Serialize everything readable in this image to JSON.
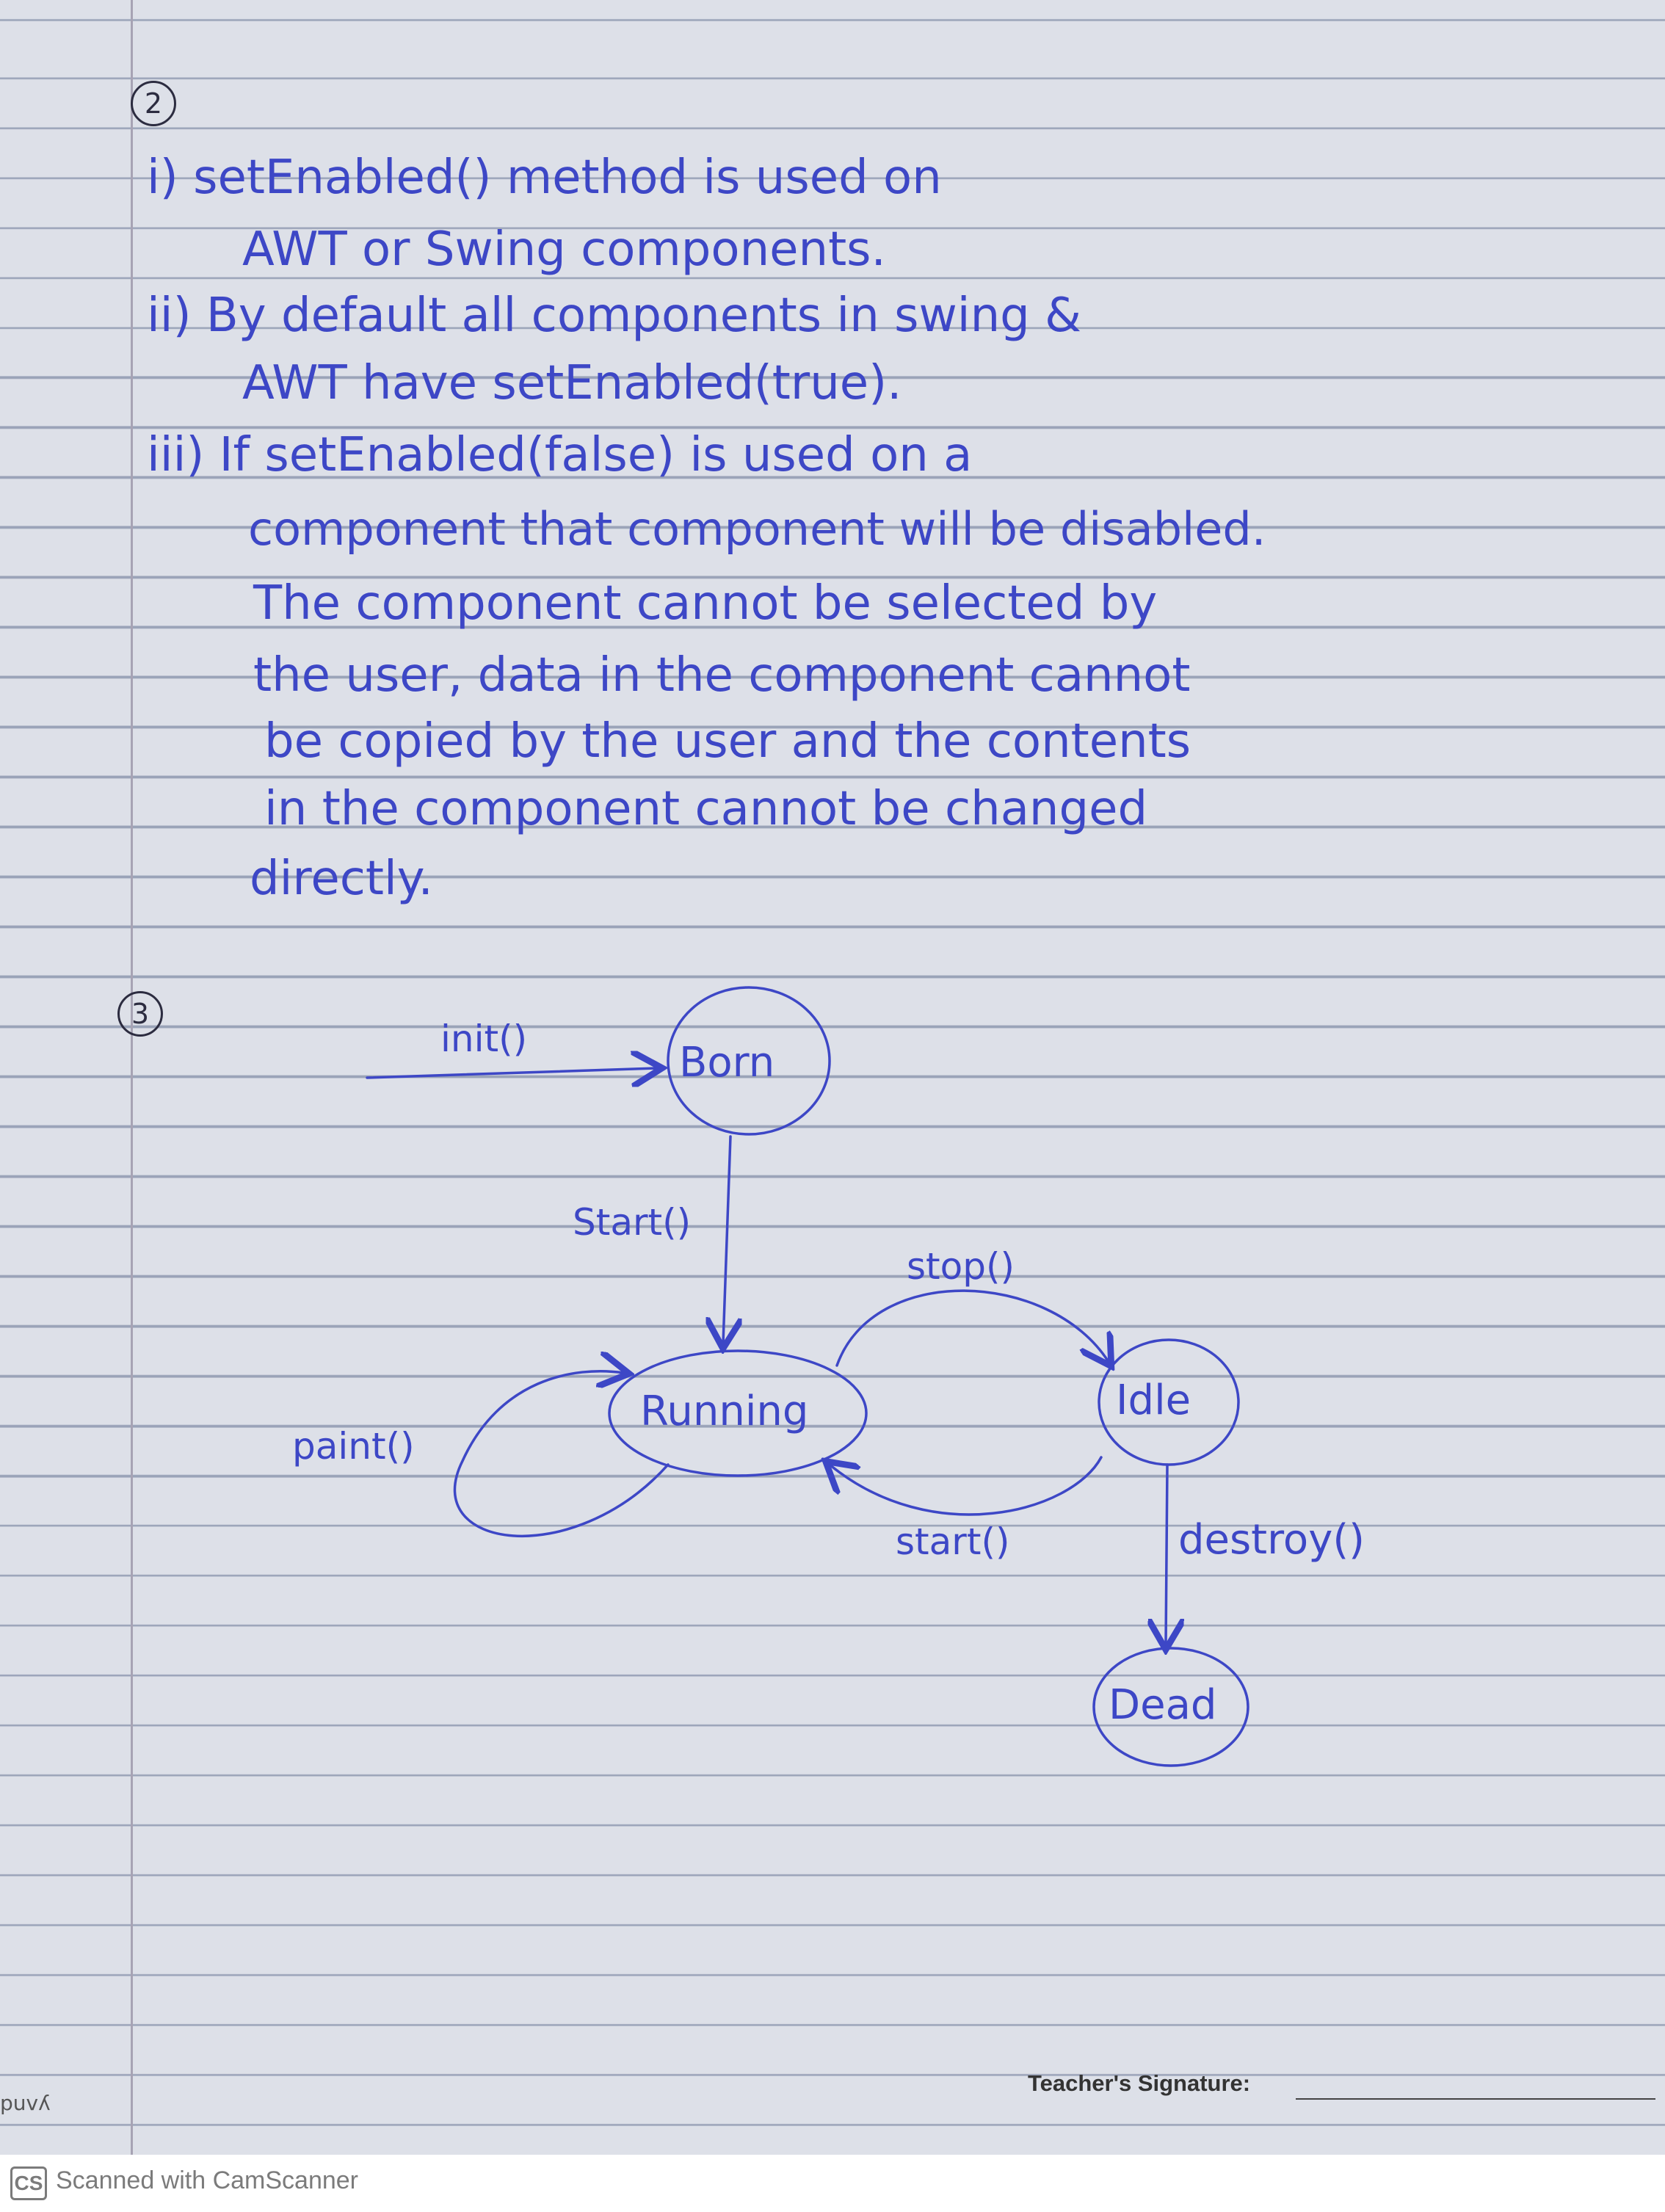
{
  "question2": {
    "number": "2",
    "lines": [
      "i) setEnabled() method is used on",
      "AWT or Swing components.",
      "ii) By default all components in swing &",
      "AWT have setEnabled(true).",
      "iii) If setEnabled(false) is used on a",
      "component that component will be disabled.",
      "The component cannot be selected by",
      "the user, data in the component cannot",
      "be copied by the user and the contents",
      "in the component cannot be changed",
      "directly."
    ]
  },
  "question3": {
    "number": "3",
    "states": {
      "born": "Born",
      "running": "Running",
      "idle": "Idle",
      "dead": "Dead"
    },
    "transitions": {
      "init": "init()",
      "start1": "Start()",
      "stop": "stop()",
      "start2": "start()",
      "paint": "paint()",
      "destroy": "destroy()"
    }
  },
  "footer": {
    "teacher_signature": "Teacher's Signature:",
    "scanned": "Scanned with CamScanner",
    "badge": "CS",
    "edge_text": "puvʎ"
  },
  "colors": {
    "ink": "#3d47c6",
    "paper": "#dde0e8",
    "rule": "#9aa3b8"
  }
}
